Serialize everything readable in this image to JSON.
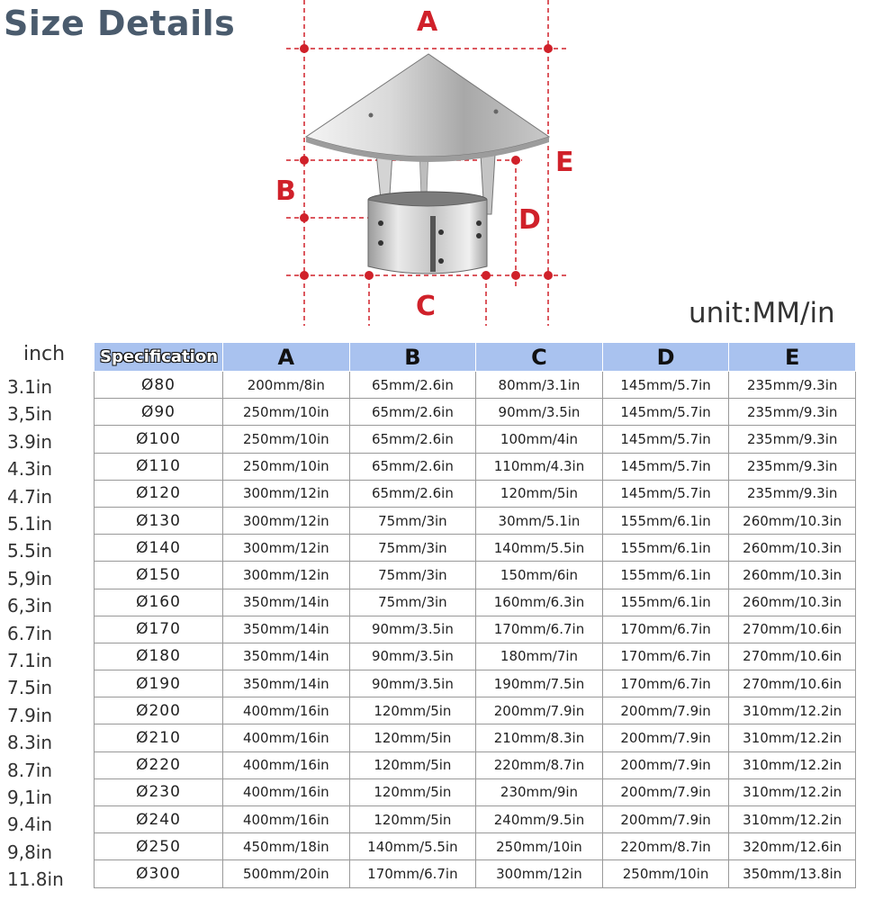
{
  "title": "Size Details",
  "unit_label": "unit:MM/in",
  "diagram": {
    "labels": {
      "A": "A",
      "B": "B",
      "C": "C",
      "D": "D",
      "E": "E"
    },
    "colors": {
      "dim_line": "#d0212a",
      "metal_light": "#e8e8e8",
      "metal_dark": "#8a8a8a"
    }
  },
  "table": {
    "inch_header": "inch",
    "headers": [
      "Specification",
      "A",
      "B",
      "C",
      "D",
      "E"
    ],
    "rows": [
      {
        "inch": "3.1in",
        "cells": [
          "Ø80",
          "200mm/8in",
          "65mm/2.6in",
          "80mm/3.1in",
          "145mm/5.7in",
          "235mm/9.3in"
        ]
      },
      {
        "inch": "3,5in",
        "cells": [
          "Ø90",
          "250mm/10in",
          "65mm/2.6in",
          "90mm/3.5in",
          "145mm/5.7in",
          "235mm/9.3in"
        ]
      },
      {
        "inch": "3.9in",
        "cells": [
          "Ø100",
          "250mm/10in",
          "65mm/2.6in",
          "100mm/4in",
          "145mm/5.7in",
          "235mm/9.3in"
        ]
      },
      {
        "inch": "4.3in",
        "cells": [
          "Ø110",
          "250mm/10in",
          "65mm/2.6in",
          "110mm/4.3in",
          "145mm/5.7in",
          "235mm/9.3in"
        ]
      },
      {
        "inch": "4.7in",
        "cells": [
          "Ø120",
          "300mm/12in",
          "65mm/2.6in",
          "120mm/5in",
          "145mm/5.7in",
          "235mm/9.3in"
        ]
      },
      {
        "inch": "5.1in",
        "cells": [
          "Ø130",
          "300mm/12in",
          "75mm/3in",
          "30mm/5.1in",
          "155mm/6.1in",
          "260mm/10.3in"
        ]
      },
      {
        "inch": "5.5in",
        "cells": [
          "Ø140",
          "300mm/12in",
          "75mm/3in",
          "140mm/5.5in",
          "155mm/6.1in",
          "260mm/10.3in"
        ]
      },
      {
        "inch": "5,9in",
        "cells": [
          "Ø150",
          "300mm/12in",
          "75mm/3in",
          "150mm/6in",
          "155mm/6.1in",
          "260mm/10.3in"
        ]
      },
      {
        "inch": "6,3in",
        "cells": [
          "Ø160",
          "350mm/14in",
          "75mm/3in",
          "160mm/6.3in",
          "155mm/6.1in",
          "260mm/10.3in"
        ]
      },
      {
        "inch": "6.7in",
        "cells": [
          "Ø170",
          "350mm/14in",
          "90mm/3.5in",
          "170mm/6.7in",
          "170mm/6.7in",
          "270mm/10.6in"
        ]
      },
      {
        "inch": "7.1in",
        "cells": [
          "Ø180",
          "350mm/14in",
          "90mm/3.5in",
          "180mm/7in",
          "170mm/6.7in",
          "270mm/10.6in"
        ]
      },
      {
        "inch": "7.5in",
        "cells": [
          "Ø190",
          "350mm/14in",
          "90mm/3.5in",
          "190mm/7.5in",
          "170mm/6.7in",
          "270mm/10.6in"
        ]
      },
      {
        "inch": "7.9in",
        "cells": [
          "Ø200",
          "400mm/16in",
          "120mm/5in",
          "200mm/7.9in",
          "200mm/7.9in",
          "310mm/12.2in"
        ]
      },
      {
        "inch": "8.3in",
        "cells": [
          "Ø210",
          "400mm/16in",
          "120mm/5in",
          "210mm/8.3in",
          "200mm/7.9in",
          "310mm/12.2in"
        ]
      },
      {
        "inch": "8.7in",
        "cells": [
          "Ø220",
          "400mm/16in",
          "120mm/5in",
          "220mm/8.7in",
          "200mm/7.9in",
          "310mm/12.2in"
        ]
      },
      {
        "inch": "9,1in",
        "cells": [
          "Ø230",
          "400mm/16in",
          "120mm/5in",
          "230mm/9in",
          "200mm/7.9in",
          "310mm/12.2in"
        ]
      },
      {
        "inch": "9.4in",
        "cells": [
          "Ø240",
          "400mm/16in",
          "120mm/5in",
          "240mm/9.5in",
          "200mm/7.9in",
          "310mm/12.2in"
        ]
      },
      {
        "inch": "9,8in",
        "cells": [
          "Ø250",
          "450mm/18in",
          "140mm/5.5in",
          "250mm/10in",
          "220mm/8.7in",
          "320mm/12.6in"
        ]
      },
      {
        "inch": "11.8in",
        "cells": [
          "Ø300",
          "500mm/20in",
          "170mm/6.7in",
          "300mm/12in",
          "250mm/10in",
          "350mm/13.8in"
        ]
      }
    ]
  }
}
